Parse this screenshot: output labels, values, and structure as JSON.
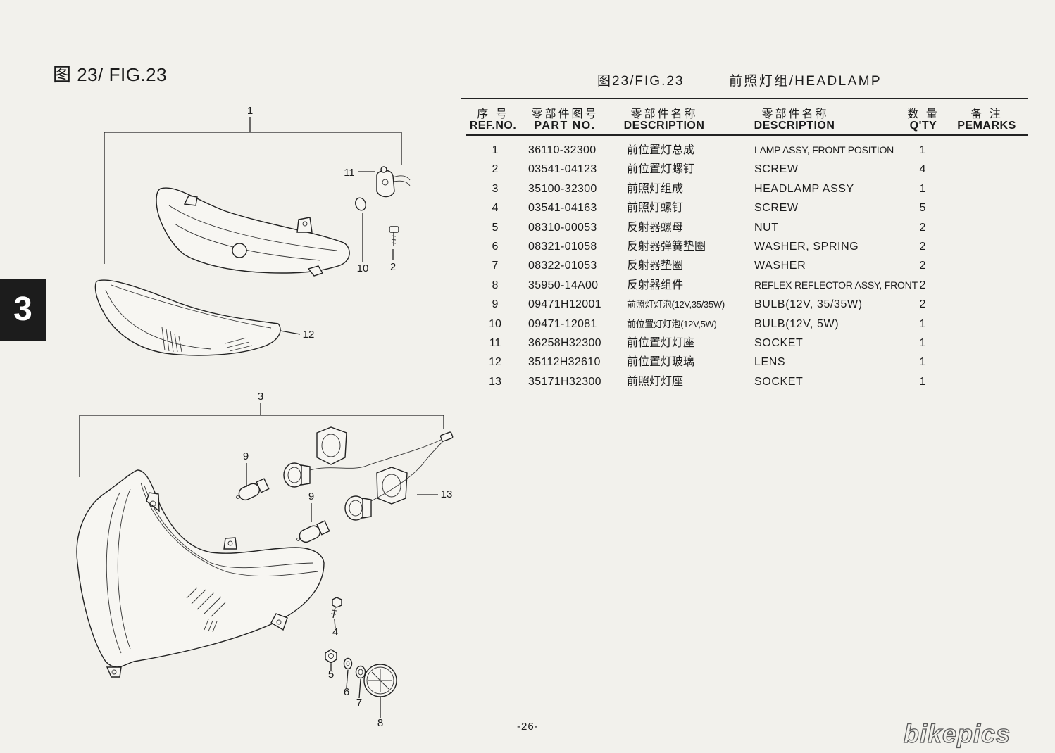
{
  "page": {
    "figure_title": "图 23/ FIG.23",
    "section_tab": "3",
    "page_number": "-26-",
    "watermark": "bikepics"
  },
  "table": {
    "title_fig": "图23/FIG.23",
    "title_name": "前照灯组/HEADLAMP",
    "headers": {
      "ref_cn": "序 号",
      "ref_en": "REF.NO.",
      "part_cn": "零部件图号",
      "part_en": "PART NO.",
      "desc_cn_cn": "零部件名称",
      "desc_cn_en": "DESCRIPTION",
      "desc_en_cn": "零部件名称",
      "desc_en_en": "DESCRIPTION",
      "qty_cn": "数 量",
      "qty_en": "Q'TY",
      "remarks_cn": "备 注",
      "remarks_en": "PEMARKS"
    },
    "rows": [
      {
        "ref": "1",
        "part_no": "36110-32300",
        "desc_cn": "前位置灯总成",
        "desc_en": "LAMP ASSY, FRONT POSITION",
        "qty": "1"
      },
      {
        "ref": "2",
        "part_no": "03541-04123",
        "desc_cn": "前位置灯螺钉",
        "desc_en": "SCREW",
        "qty": "4"
      },
      {
        "ref": "3",
        "part_no": "35100-32300",
        "desc_cn": "前照灯组成",
        "desc_en": "HEADLAMP ASSY",
        "qty": "1"
      },
      {
        "ref": "4",
        "part_no": "03541-04163",
        "desc_cn": "前照灯螺钉",
        "desc_en": "SCREW",
        "qty": "5"
      },
      {
        "ref": "5",
        "part_no": "08310-00053",
        "desc_cn": "反射器螺母",
        "desc_en": "NUT",
        "qty": "2"
      },
      {
        "ref": "6",
        "part_no": "08321-01058",
        "desc_cn": "反射器弹簧垫圈",
        "desc_en": "WASHER, SPRING",
        "qty": "2"
      },
      {
        "ref": "7",
        "part_no": "08322-01053",
        "desc_cn": "反射器垫圈",
        "desc_en": "WASHER",
        "qty": "2"
      },
      {
        "ref": "8",
        "part_no": "35950-14A00",
        "desc_cn": "反射器组件",
        "desc_en": "REFLEX REFLECTOR ASSY, FRONT",
        "qty": "2"
      },
      {
        "ref": "9",
        "part_no": "09471H12001",
        "desc_cn": "前照灯灯泡(12V,35/35W)",
        "desc_en": "BULB(12V, 35/35W)",
        "qty": "2"
      },
      {
        "ref": "10",
        "part_no": "09471-12081",
        "desc_cn": "前位置灯灯泡(12V,5W)",
        "desc_en": "BULB(12V, 5W)",
        "qty": "1"
      },
      {
        "ref": "11",
        "part_no": "36258H32300",
        "desc_cn": "前位置灯灯座",
        "desc_en": "SOCKET",
        "qty": "1"
      },
      {
        "ref": "12",
        "part_no": "35112H32610",
        "desc_cn": "前位置灯玻璃",
        "desc_en": "LENS",
        "qty": "1"
      },
      {
        "ref": "13",
        "part_no": "35171H32300",
        "desc_cn": "前照灯灯座",
        "desc_en": "SOCKET",
        "qty": "1"
      }
    ]
  },
  "diagram": {
    "callouts": [
      "1",
      "11",
      "10",
      "2",
      "12",
      "3",
      "9",
      "9",
      "13",
      "4",
      "5",
      "6",
      "7",
      "8"
    ]
  }
}
